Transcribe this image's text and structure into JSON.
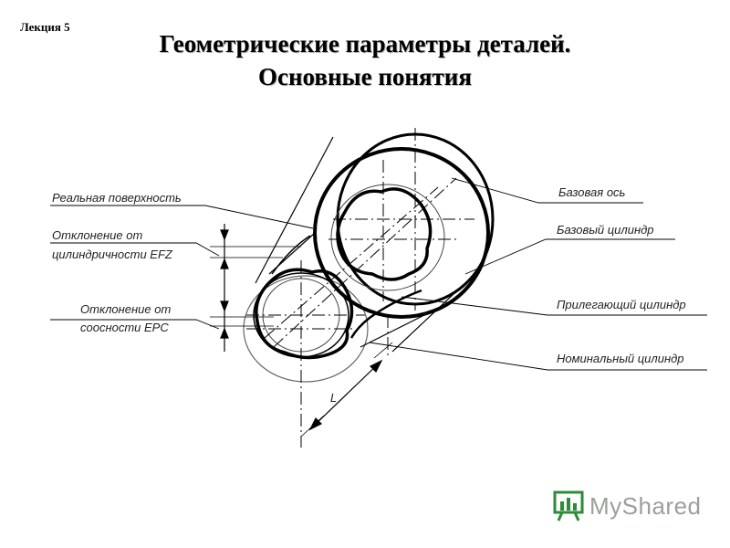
{
  "lecture_label": "Лекция 5",
  "title_line1": "Геометрические параметры деталей.",
  "title_line2": "Основные понятия",
  "labels": {
    "real_surface": "Реальная поверхность",
    "cyl_dev_line1": "Отклонение от",
    "cyl_dev_line2": "цилиндричности EFZ",
    "coax_dev_line1": "Отклонение от",
    "coax_dev_line2": "соосности EPC",
    "base_axis": "Базовая ось",
    "base_cylinder": "Базовый цилиндр",
    "adjacent_cylinder": "Прилегающий цилиндр",
    "nominal_cylinder": "Номинальный цилиндр",
    "length": "L"
  },
  "logo": {
    "text": "MyShared",
    "color": "#9aa09a",
    "accent": "#2e8b3a"
  }
}
